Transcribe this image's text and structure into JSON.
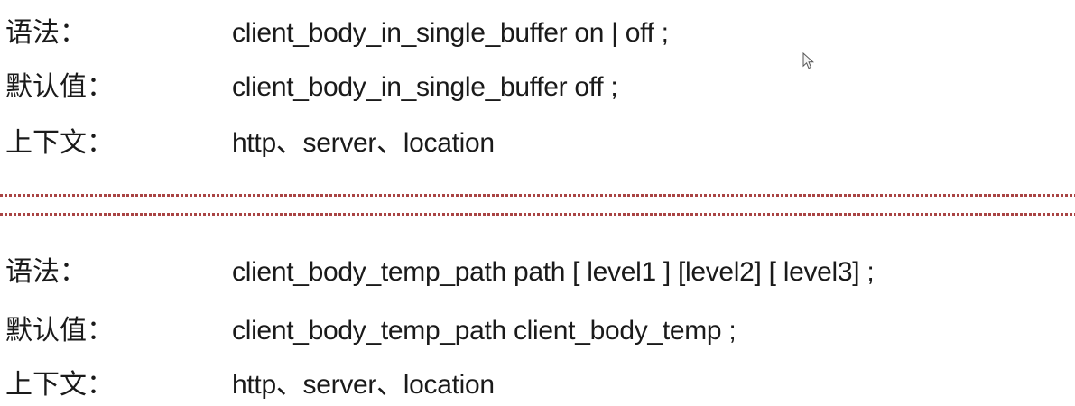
{
  "page": {
    "background": "#ffffff",
    "text_color": "#1a1a1a",
    "divider_color": "#a94444"
  },
  "sections": [
    {
      "rows": [
        {
          "label": "语法：",
          "value": "client_body_in_single_buffer on | off ;"
        },
        {
          "label": "默认值：",
          "value": "client_body_in_single_buffer off ;"
        },
        {
          "label": "上下文：",
          "value": "http、server、location"
        }
      ]
    },
    {
      "rows": [
        {
          "label": "语法：",
          "value": "client_body_temp_path path [ level1 ] [level2] [ level3] ;"
        },
        {
          "label": "默认值：",
          "value": "client_body_temp_path client_body_temp ;"
        },
        {
          "label": "上下文：",
          "value": "http、server、location"
        }
      ]
    }
  ],
  "cursor": {
    "icon": "arrow-cursor"
  }
}
